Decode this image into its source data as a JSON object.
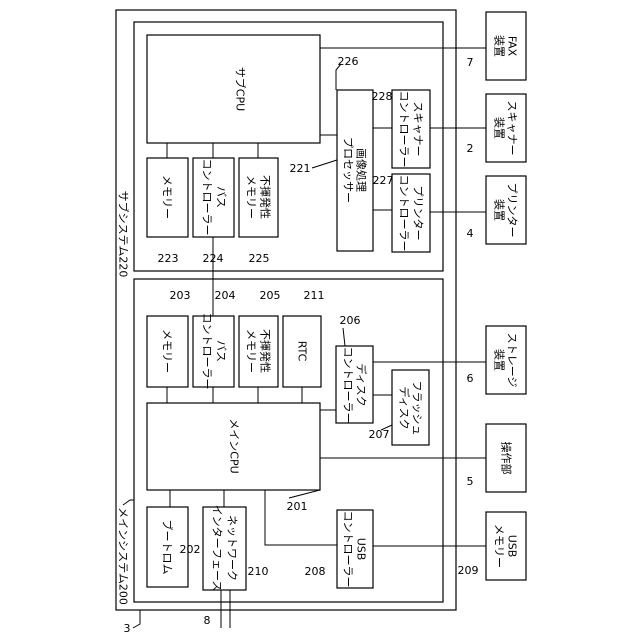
{
  "figure": {
    "outer_ref": "3",
    "subsystem": {
      "title": "サブシステム220"
    },
    "main_system": {
      "title": "メインシステム200"
    },
    "blocks": {
      "sub_cpu": {
        "label": "サブCPU",
        "ref": "226"
      },
      "sub_memory": {
        "label": "メモリー",
        "ref": "223"
      },
      "sub_bus": {
        "label": [
          "バス",
          "コントローラー"
        ],
        "ref": "224"
      },
      "sub_nvmem": {
        "label": [
          "不揮発性",
          "メモリー"
        ],
        "ref": "225"
      },
      "image_proc": {
        "label": [
          "画像処理",
          "プロセッサー"
        ],
        "ref": "221"
      },
      "scanner_ctrl": {
        "label": [
          "スキャナー",
          "コントローラー"
        ],
        "ref": "228"
      },
      "printer_ctrl": {
        "label": [
          "プリンター",
          "コントローラー"
        ],
        "ref": "227"
      },
      "main_memory": {
        "label": "メモリー",
        "ref": "203"
      },
      "main_bus": {
        "label": [
          "バス",
          "コントローラー"
        ],
        "ref": "204"
      },
      "main_nvmem": {
        "label": [
          "不揮発性",
          "メモリー"
        ],
        "ref": "205"
      },
      "rtc": {
        "label": "RTC",
        "ref": "211"
      },
      "disk_ctrl": {
        "label": [
          "ディスク",
          "コントローラー"
        ],
        "ref": "206"
      },
      "flash_disk": {
        "label": [
          "フラッシュ",
          "ディスク"
        ],
        "ref": "207"
      },
      "main_cpu": {
        "label": "メインCPU",
        "ref": "201"
      },
      "boot_rom": {
        "label": "ブートロム",
        "ref": "202"
      },
      "network_if": {
        "label": [
          "ネットワーク",
          "インターフェース"
        ],
        "ref": "210"
      },
      "usb_ctrl": {
        "label": [
          "USB",
          "コントローラー"
        ],
        "ref": "208"
      }
    },
    "devices": {
      "fax": {
        "label": [
          "FAX",
          "装置"
        ],
        "ref": "7"
      },
      "scanner": {
        "label": [
          "スキャナー",
          "装置"
        ],
        "ref": "2"
      },
      "printer": {
        "label": [
          "プリンター",
          "装置"
        ],
        "ref": "4"
      },
      "storage": {
        "label": [
          "ストレージ",
          "装置"
        ],
        "ref": "6"
      },
      "operation": {
        "label": "操作部",
        "ref": "5"
      },
      "usb_memory": {
        "label": [
          "USB",
          "メモリー"
        ],
        "ref": "209"
      }
    },
    "network_ref": "8"
  }
}
